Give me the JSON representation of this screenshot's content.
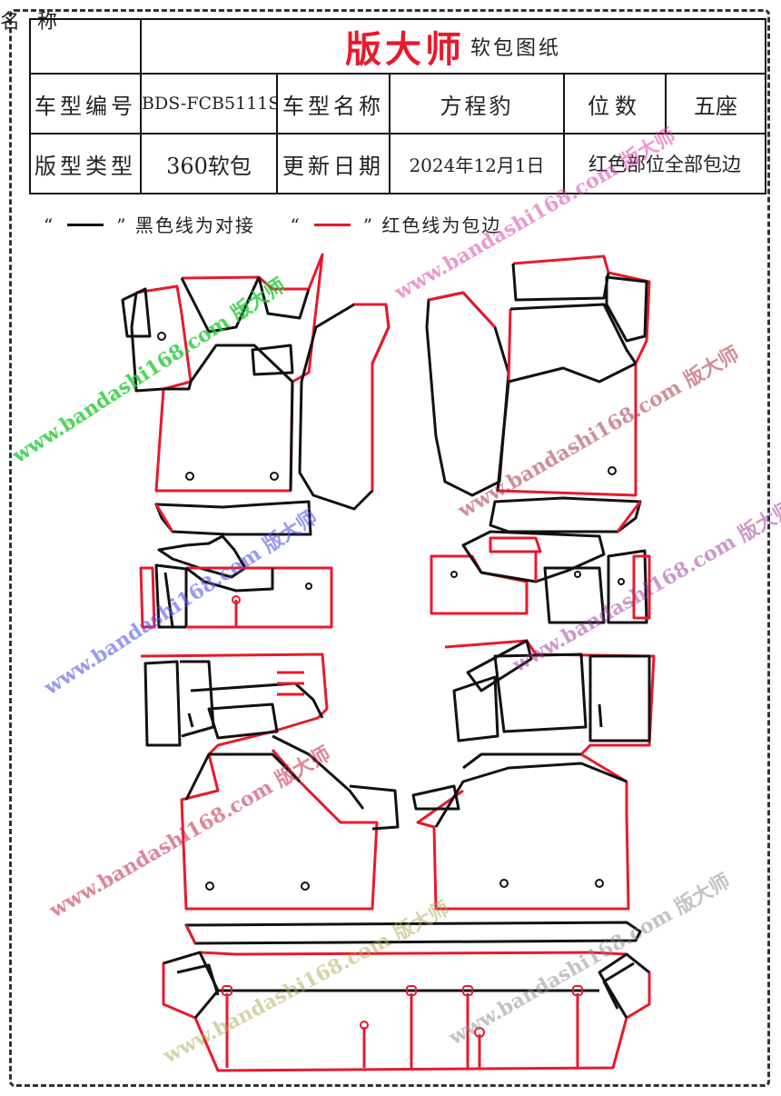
{
  "corner_label": "名 称",
  "header": {
    "brand": "版大师",
    "subtitle": "软包图纸"
  },
  "spec": {
    "model_code_label": "车型编号",
    "model_code": "BDS-FCB5111S",
    "model_name_label": "车型名称",
    "model_name": "方程豹",
    "seats_label": "位数",
    "seats": "五座",
    "type_label": "版型类型",
    "type": "360软包",
    "update_label": "更新日期",
    "update_date": "2024年12月1日",
    "note": "红色部位全部包边"
  },
  "legend": {
    "open_quote": "“",
    "close_quote": "”",
    "black_text": "黑色线为对接",
    "red_text": "红色线为包边"
  },
  "watermark": {
    "text": "www.bandashi168.com 版大师"
  },
  "colors": {
    "edge_red": "#e8192c",
    "join_black": "#111111"
  }
}
